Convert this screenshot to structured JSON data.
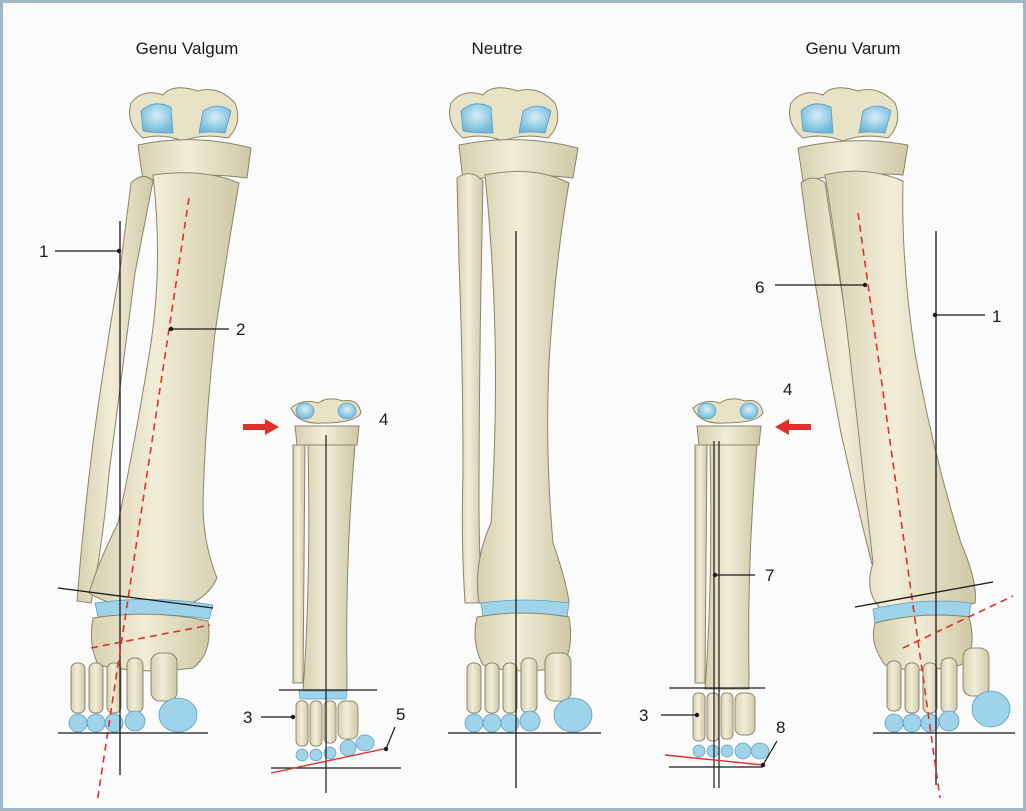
{
  "titles": {
    "left": "Genu Valgum",
    "center": "Neutre",
    "right": "Genu Varum"
  },
  "callouts": {
    "valgum_1": "1",
    "valgum_2": "2",
    "small_left_3": "3",
    "small_left_4": "4",
    "small_left_5": "5",
    "varum_6": "6",
    "varum_1": "1",
    "small_right_4": "4",
    "small_right_7": "7",
    "small_right_3": "3",
    "small_right_8": "8"
  },
  "colors": {
    "bone_fill": "#ebe6cc",
    "bone_shadow": "#cfc8a6",
    "bone_outline": "#8c8468",
    "cartilage": "#9fd3ea",
    "axis_red": "#e0302a",
    "axis_black": "#1a1a1a",
    "frame": "#9fb8c4"
  }
}
